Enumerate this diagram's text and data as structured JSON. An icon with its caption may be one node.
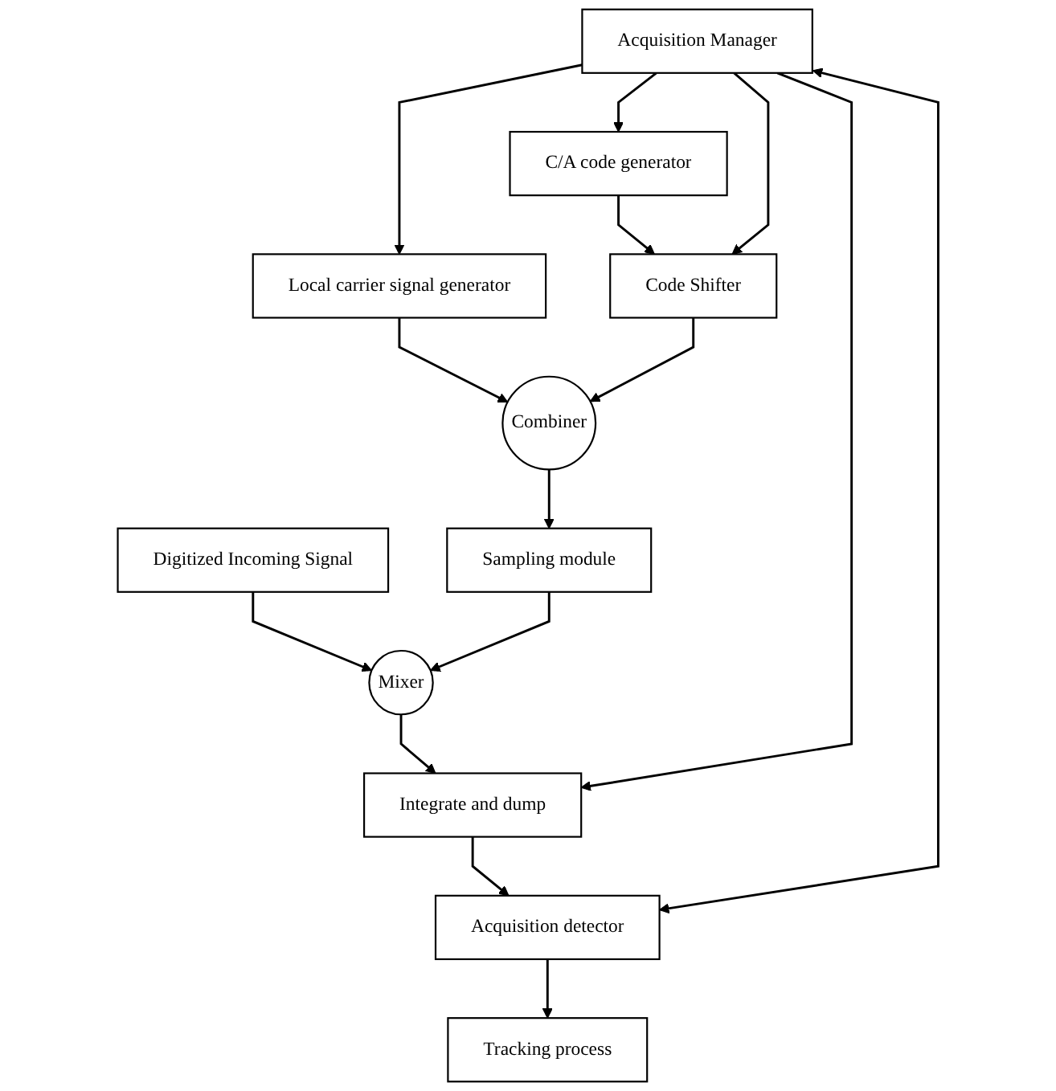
{
  "diagram": {
    "nodes": [
      {
        "text": [
          "Digitized Incoming Signal"
        ]
      },
      {
        "text": [
          "Mixer"
        ]
      },
      {
        "text": [
          "Integrate and dump"
        ]
      },
      {
        "text": [
          "Acquisition detector"
        ]
      },
      {
        "text": [
          "Tracking process"
        ]
      },
      {
        "text": [
          "Sampling module"
        ]
      },
      {
        "text": [
          "Local carrier signal generator"
        ]
      },
      {
        "text": [
          "Combiner"
        ]
      },
      {
        "text": [
          "Code Shifter"
        ]
      },
      {
        "text": [
          "C/A code generator"
        ]
      },
      {
        "text": [
          "Acquisition Manager"
        ]
      }
    ],
    "edges": [
      {
        "from": 0,
        "to": 1,
        "arrow": "to"
      },
      {
        "from": 1,
        "to": 2,
        "arrow": "to"
      },
      {
        "from": 2,
        "to": 3,
        "arrow": "to"
      },
      {
        "from": 3,
        "to": 4,
        "arrow": "to"
      },
      {
        "from": 5,
        "to": 1,
        "arrow": "to"
      },
      {
        "from": 7,
        "to": 5,
        "arrow": "to"
      },
      {
        "from": 6,
        "to": 7,
        "arrow": "to"
      },
      {
        "from": 8,
        "to": 7,
        "arrow": "to"
      },
      {
        "from": 9,
        "to": 8,
        "arrow": "to"
      },
      {
        "from": 10,
        "to": 6,
        "arrow": "to"
      },
      {
        "from": 10,
        "to": 8,
        "arrow": "to"
      },
      {
        "from": 10,
        "to": 9,
        "arrow": "to"
      },
      {
        "from": 10,
        "to": 2,
        "arrow": "to"
      },
      {
        "from": 10,
        "to": 3,
        "arrow": "both"
      }
    ]
  }
}
